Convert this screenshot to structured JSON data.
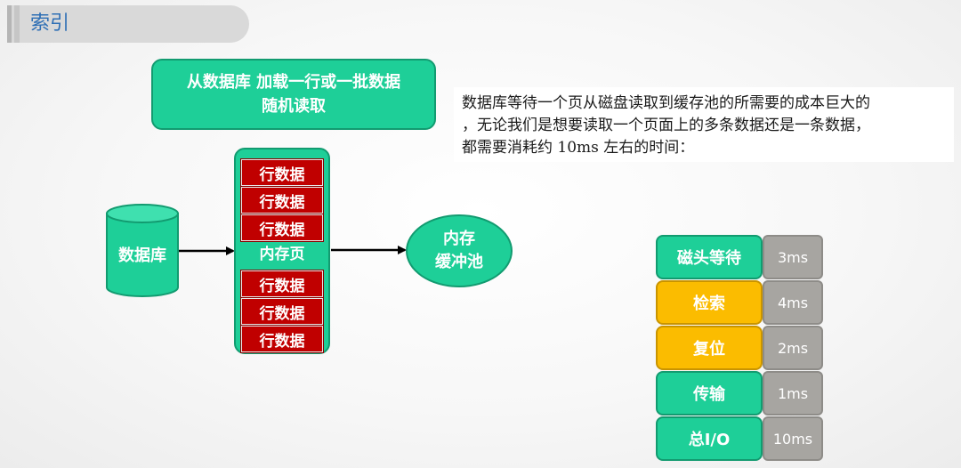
{
  "header": {
    "title": "索引"
  },
  "load_box": {
    "line1": "从数据库 加载一行或一批数据",
    "line2": "随机读取"
  },
  "note": {
    "line1": "数据库等待一个页从磁盘读取到缓存池的所需要的成本巨大的",
    "line2": "，无论我们是想要读取一个页面上的多条数据还是一条数据，",
    "line3": "都需要消耗约 10ms 左右的时间："
  },
  "database": {
    "label": "数据库"
  },
  "memory_page": {
    "label": "内存页",
    "rows_top": [
      "行数据",
      "行数据",
      "行数据"
    ],
    "rows_bottom": [
      "行数据",
      "行数据",
      "行数据"
    ]
  },
  "buffer_pool": {
    "line1": "内存",
    "line2": "缓冲池"
  },
  "costs": [
    {
      "label": "磁头等待",
      "value": "3ms",
      "color": "#1ecf98"
    },
    {
      "label": "检索",
      "value": "4ms",
      "color": "#fbbc00"
    },
    {
      "label": "复位",
      "value": "2ms",
      "color": "#fbbc00"
    },
    {
      "label": "传输",
      "value": "1ms",
      "color": "#1ecf98"
    },
    {
      "label": "总I/O",
      "value": "10ms",
      "color": "#1ecf98"
    }
  ],
  "colors": {
    "accent_green": "#1ecf98",
    "row_red": "#c00000",
    "highlight_yellow": "#fbbc00",
    "value_gray": "#a7a5a1",
    "title_blue": "#2e6fb5"
  }
}
